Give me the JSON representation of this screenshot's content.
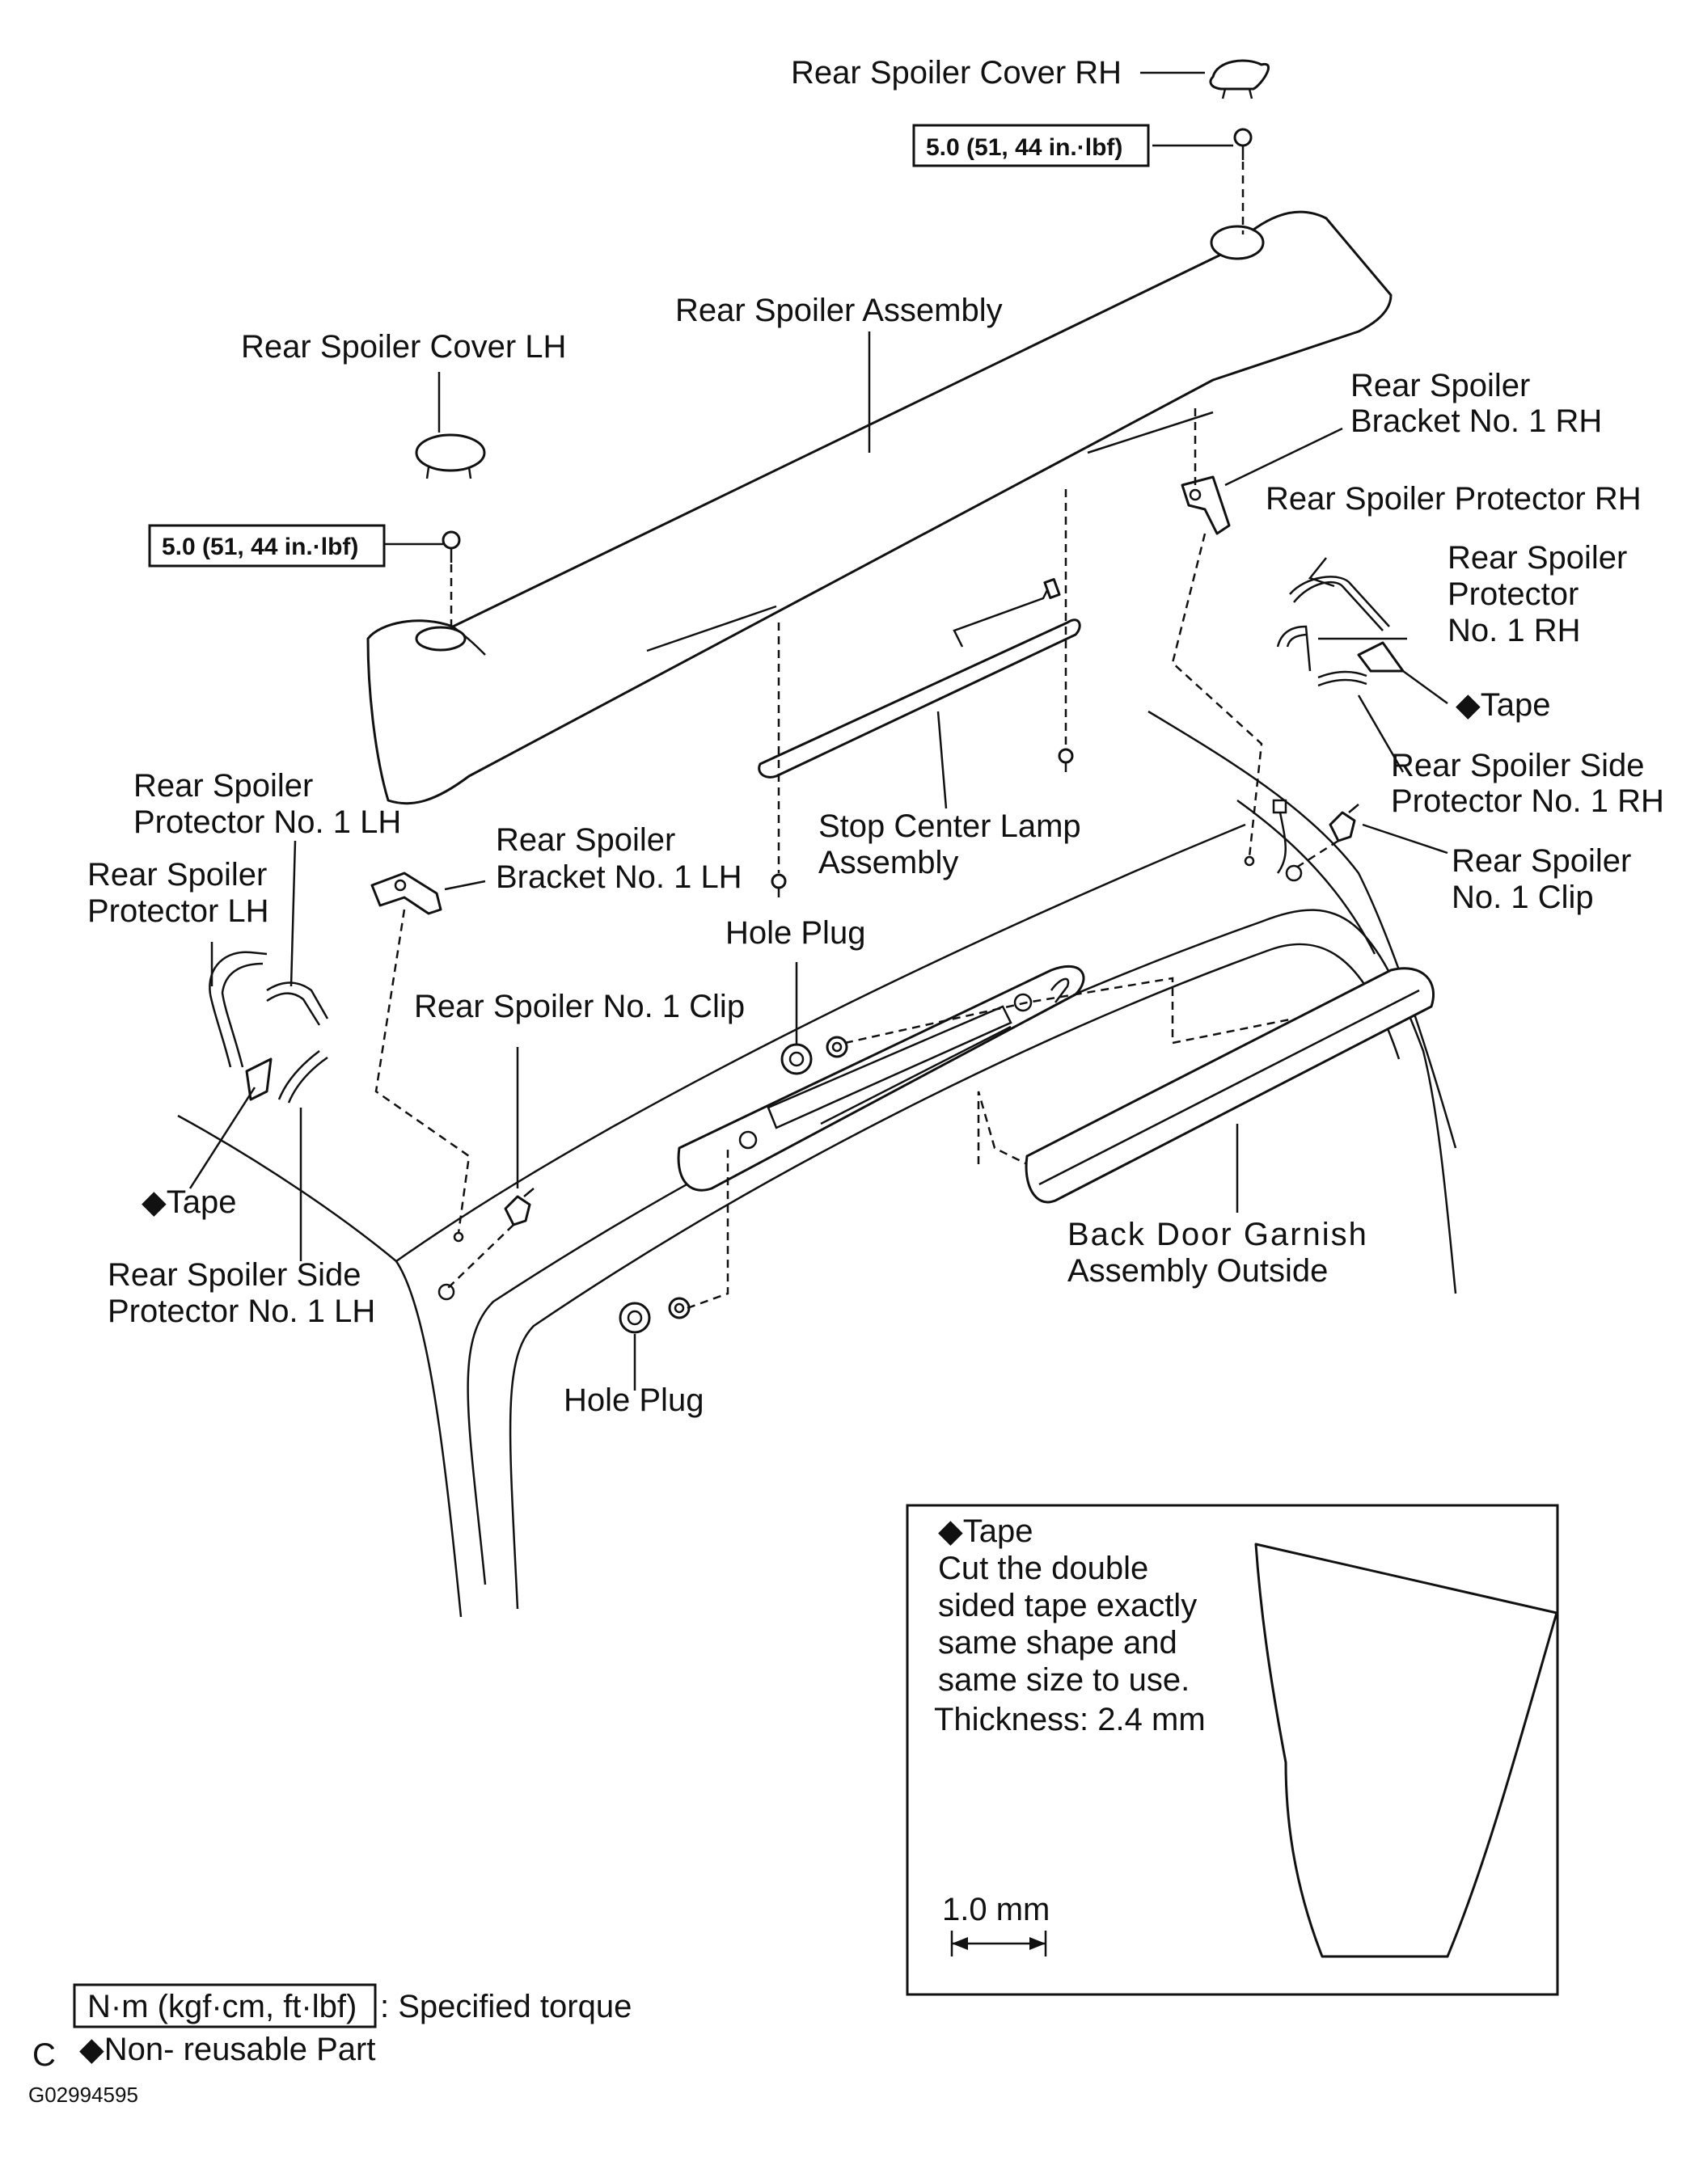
{
  "labels": {
    "cover_rh": "Rear Spoiler Cover RH",
    "torque_rh": "5.0 (51, 44 in.·lbf)",
    "assembly": "Rear Spoiler Assembly",
    "cover_lh": "Rear Spoiler Cover LH",
    "torque_lh": "5.0 (51, 44 in.·lbf)",
    "bracket_rh_1": "Rear Spoiler",
    "bracket_rh_2": "Bracket No. 1 RH",
    "protector_rh": "Rear Spoiler Protector RH",
    "protector_no1_rh_1": "Rear Spoiler",
    "protector_no1_rh_2": "Protector",
    "protector_no1_rh_3": "No. 1 RH",
    "tape_rh": "◆Tape",
    "side_protector_rh_1": "Rear Spoiler Side",
    "side_protector_rh_2": "Protector No. 1 RH",
    "clip_rh_1": "Rear Spoiler",
    "clip_rh_2": "No. 1 Clip",
    "stop_lamp_1": "Stop Center Lamp",
    "stop_lamp_2": "Assembly",
    "protector_no1_lh_1": "Rear Spoiler",
    "protector_no1_lh_2": "Protector No. 1 LH",
    "protector_lh_1": "Rear Spoiler",
    "protector_lh_2": "Protector LH",
    "bracket_lh_1": "Rear Spoiler",
    "bracket_lh_2": "Bracket No. 1 LH",
    "hole_plug_top": "Hole Plug",
    "clip_lh": "Rear Spoiler No. 1 Clip",
    "tape_lh": "◆Tape",
    "side_protector_lh_1": "Rear Spoiler Side",
    "side_protector_lh_2": "Protector No. 1 LH",
    "garnish_1": "Back Door Garnish",
    "garnish_2": "Assembly Outside",
    "hole_plug_bottom": "Hole Plug"
  },
  "inset": {
    "title": "◆Tape",
    "line1": "Cut the double",
    "line2": "sided tape exactly",
    "line3": "same shape and",
    "line4": "same size to use.",
    "thickness": "Thickness: 2.4 mm",
    "scale": "1.0 mm"
  },
  "legend": {
    "torque_unit": "N·m (kgf·cm, ft·lbf)",
    "torque_desc": ": Specified torque",
    "nonreusable": "◆Non- reusable Part",
    "corner_letter": "C",
    "figure_id": "G02994595"
  }
}
